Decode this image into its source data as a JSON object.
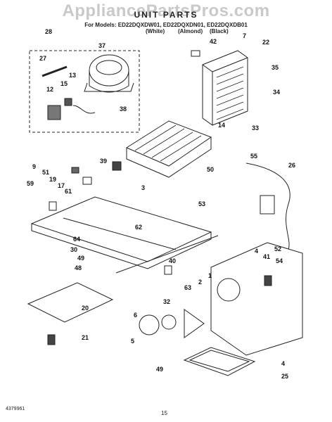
{
  "watermark": "AppliancePartsPros.com",
  "header": {
    "title": "UNIT PARTS",
    "models": "For Models: ED22DQXDW01, ED22DQXDN01, ED22DQXDB01",
    "color_white": "(White)",
    "color_almond": "(Almond)",
    "color_black": "(Black)"
  },
  "callouts": [
    "28",
    "37",
    "27",
    "13",
    "15",
    "12",
    "38",
    "42",
    "7",
    "22",
    "35",
    "34",
    "33",
    "14",
    "55",
    "50",
    "26",
    "9",
    "51",
    "39",
    "19",
    "17",
    "61",
    "59",
    "3",
    "53",
    "52",
    "62",
    "64",
    "30",
    "49",
    "40",
    "48",
    "4",
    "41",
    "54",
    "63",
    "1",
    "2",
    "32",
    "6",
    "5",
    "20",
    "21",
    "49",
    "4",
    "25"
  ],
  "footer": {
    "doc_number": "4379961",
    "page_number": "15"
  }
}
